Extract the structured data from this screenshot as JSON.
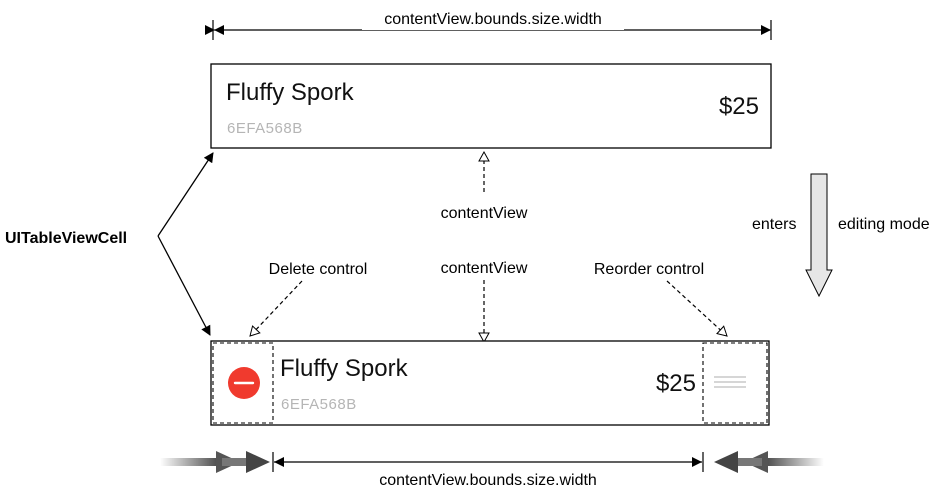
{
  "top_dimension_label": "contentView.bounds.size.width",
  "bottom_dimension_label": "contentView.bounds.size.width",
  "cell_label": "UITableViewCell",
  "content_view_label_top": "contentView",
  "content_view_label_bottom": "contentView",
  "delete_control_label": "Delete control",
  "reorder_control_label": "Reorder control",
  "mode_label_left": "enters",
  "mode_label_right": "editing mode",
  "normal_cell": {
    "title": "Fluffy Spork",
    "sku": "6EFA568B",
    "price": "$25"
  },
  "editing_cell": {
    "title": "Fluffy Spork",
    "sku": "6EFA568B",
    "price": "$25"
  },
  "colors": {
    "delete_control": "#f03a2e",
    "reorder_grip": "#c8c8c8",
    "arrow_fill": "#e6e6e6"
  }
}
